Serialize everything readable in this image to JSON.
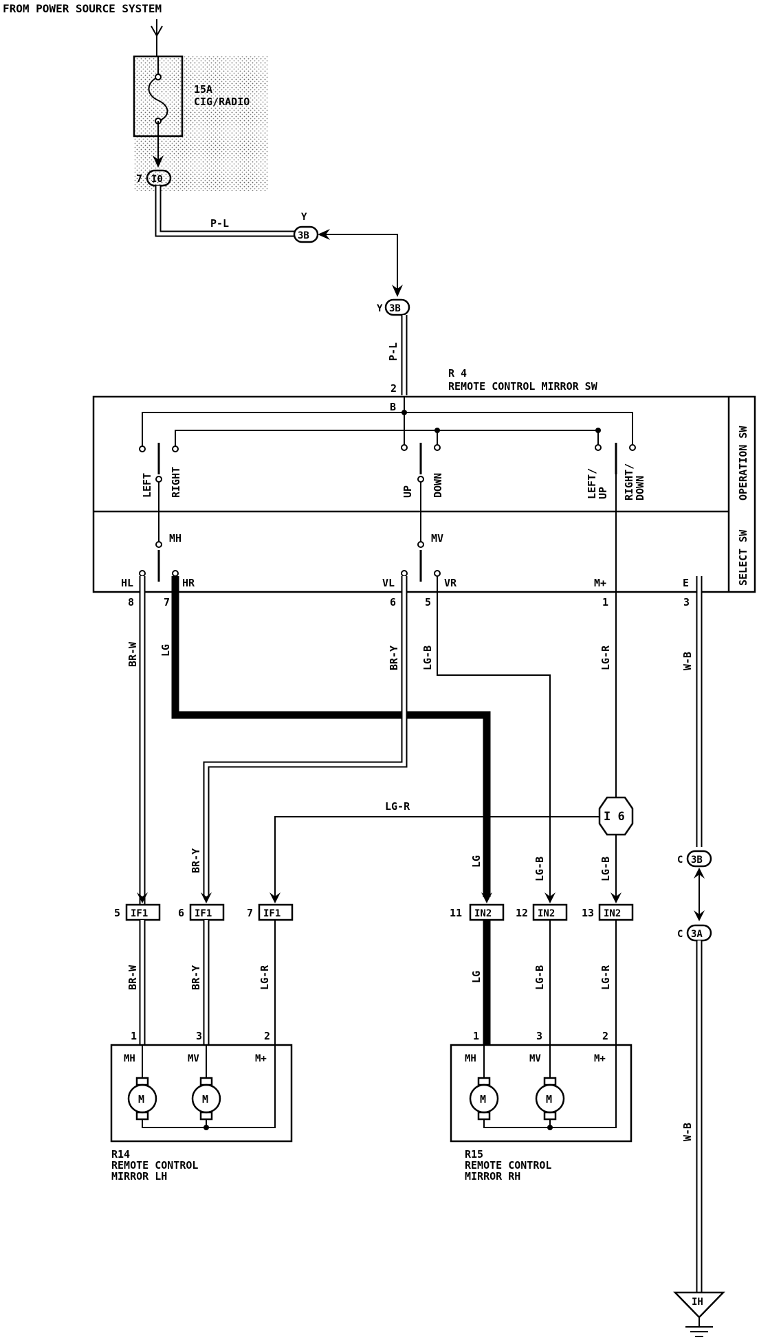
{
  "header": "FROM POWER SOURCE SYSTEM",
  "fuse": {
    "rating": "15A",
    "name": "CIG/RADIO"
  },
  "connectors": {
    "i0": {
      "pin": "7",
      "id": "I0"
    },
    "c3b_top_right": {
      "pin": "Y",
      "id": "3B"
    },
    "c3b_mid": {
      "pin": "Y",
      "id": "3B"
    },
    "i6": "I 6",
    "c3b_low": {
      "pin": "C",
      "id": "3B"
    },
    "c3a": {
      "pin": "C",
      "id": "3A"
    },
    "ground": "IH"
  },
  "wires": {
    "p_l_h": "P-L",
    "p_l_v": "P-L",
    "br_w_top": "BR-W",
    "lg_top": "LG",
    "br_y_top": "BR-Y",
    "lg_b_top": "LG-B",
    "lg_r_top": "LG-R",
    "w_b_top": "W-B",
    "lg_r_h": "LG-R",
    "br_y_mid": "BR-Y",
    "lg_mid": "LG",
    "lg_b_mid1": "LG-B",
    "lg_b_mid2": "LG-B",
    "br_w_bot": "BR-W",
    "br_y_bot": "BR-Y",
    "lg_r_bot": "LG-R",
    "lg_bot": "LG",
    "lg_b_bot": "LG-B",
    "lg_r_bot2": "LG-R",
    "w_b_bot": "W-B"
  },
  "switch": {
    "id": "R 4",
    "name": "REMOTE CONTROL MIRROR SW",
    "pin_top": "2",
    "pin_b": "B",
    "op_label": "OPERATION SW",
    "sel_label": "SELECT SW",
    "positions": [
      "LEFT",
      "RIGHT",
      "UP",
      "DOWN",
      "LEFT/",
      "UP",
      "RIGHT/",
      "DOWN"
    ],
    "mh": "MH",
    "mv": "MV",
    "terminals": [
      "HL",
      "HR",
      "VL",
      "VR",
      "M+",
      "E"
    ],
    "pins": [
      "8",
      "7",
      "6",
      "5",
      "1",
      "3"
    ]
  },
  "junctions": [
    {
      "pin": "5",
      "id": "IF1"
    },
    {
      "pin": "6",
      "id": "IF1"
    },
    {
      "pin": "7",
      "id": "IF1"
    },
    {
      "pin": "11",
      "id": "IN2"
    },
    {
      "pin": "12",
      "id": "IN2"
    },
    {
      "pin": "13",
      "id": "IN2"
    }
  ],
  "mirror_lh": {
    "pins": [
      "1",
      "3",
      "2"
    ],
    "terms": [
      "MH",
      "MV",
      "M+"
    ],
    "motor": "M",
    "id": "R14",
    "name1": "REMOTE CONTROL",
    "name2": "MIRROR LH"
  },
  "mirror_rh": {
    "pins": [
      "1",
      "3",
      "2"
    ],
    "terms": [
      "MH",
      "MV",
      "M+"
    ],
    "motor": "M",
    "id": "R15",
    "name1": "REMOTE CONTROL",
    "name2": "MIRROR RH"
  }
}
